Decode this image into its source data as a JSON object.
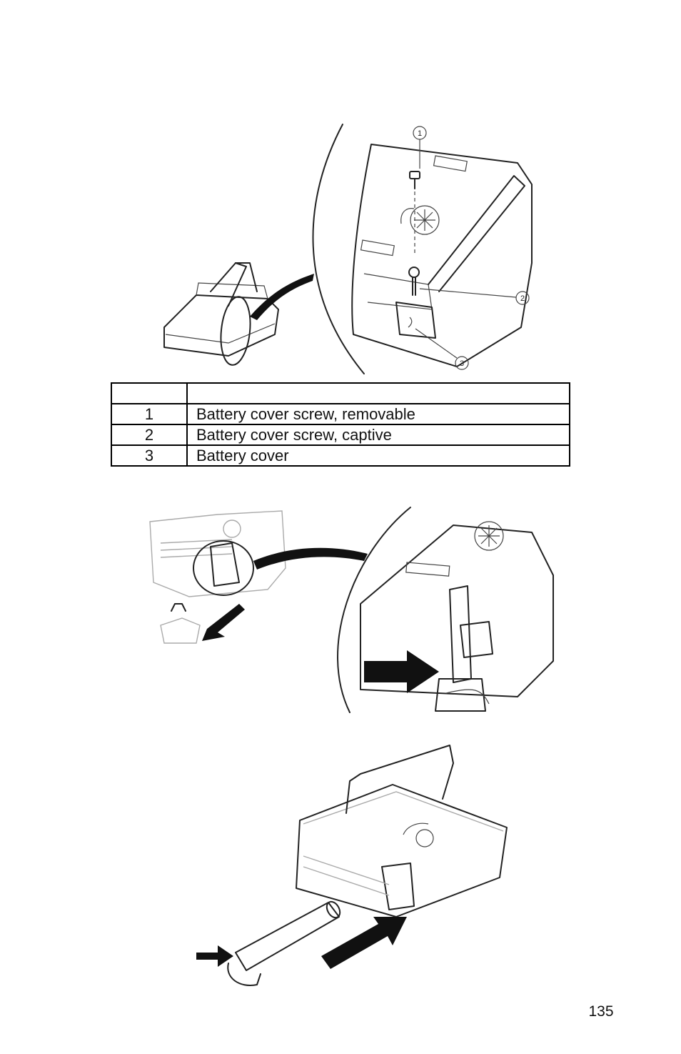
{
  "legend": {
    "header": [
      "",
      ""
    ],
    "rows": [
      {
        "num": "1",
        "desc": "Battery cover screw, removable"
      },
      {
        "num": "2",
        "desc": "Battery cover screw, captive"
      },
      {
        "num": "3",
        "desc": "Battery cover"
      }
    ]
  },
  "figures": {
    "callouts": [
      "1",
      "2",
      "3"
    ]
  },
  "page_number": "135"
}
